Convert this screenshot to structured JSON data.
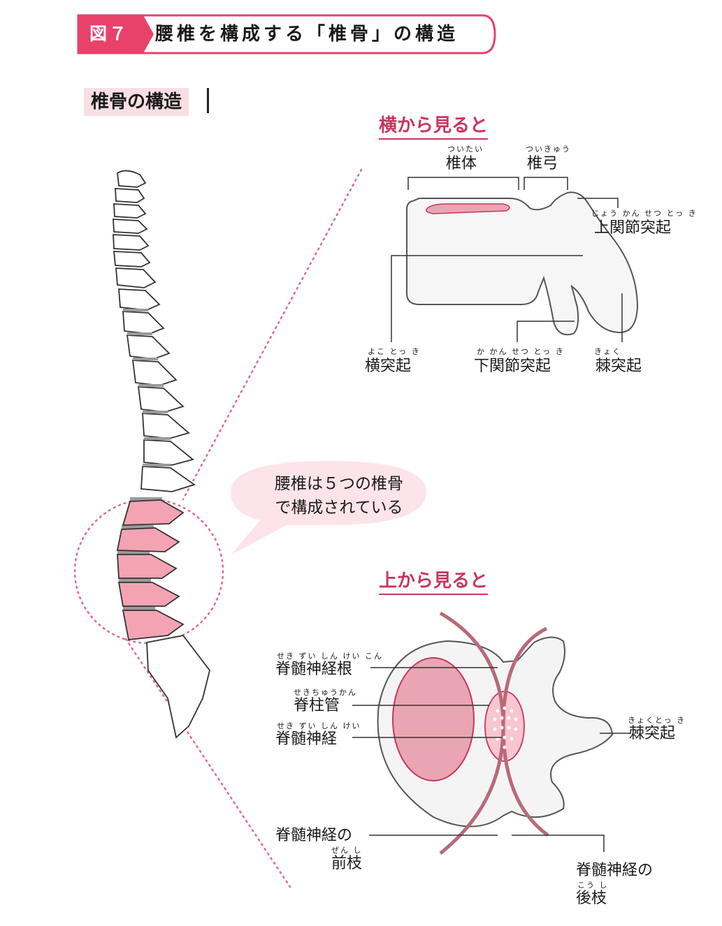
{
  "header": {
    "figure_label": "図７",
    "title": "腰椎を構成する「椎骨」の構造"
  },
  "section_heading": "椎骨の構造",
  "callout": {
    "line1": "腰椎は５つの椎骨",
    "line2": "で構成されている"
  },
  "side_view": {
    "title": "横から見ると",
    "labels": {
      "vertebral_body": {
        "text": "椎体",
        "ruby": "ついたい"
      },
      "vertebral_arch": {
        "text": "椎弓",
        "ruby": "ついきゅう"
      },
      "superior_articular": {
        "text": "上関節突起",
        "ruby": "じょう かん せつ とっ き"
      },
      "transverse": {
        "text": "横突起",
        "ruby": "よこ とっ き"
      },
      "inferior_articular": {
        "text": "下関節突起",
        "ruby": "か かん せつ とっ き"
      },
      "spinous": {
        "text": "棘突起",
        "ruby": "きょく"
      }
    }
  },
  "top_view": {
    "title": "上から見ると",
    "labels": {
      "nerve_root": {
        "text": "脊髄神経根",
        "ruby": "せき ずい しん けい こん"
      },
      "spinal_canal": {
        "text": "脊柱管",
        "ruby": "せきちゅうかん"
      },
      "spinal_nerve": {
        "text": "脊髄神経",
        "ruby": "せき ずい しん けい"
      },
      "spinous": {
        "text": "棘突起",
        "ruby": "きょくとっ き"
      },
      "anterior_branch_1": "脊髄神経の",
      "anterior_branch_2": {
        "text": "前枝",
        "ruby": "ぜん し"
      },
      "posterior_branch_1": "脊髄神経の",
      "posterior_branch_2": {
        "text": "後枝",
        "ruby": "こう し"
      }
    }
  },
  "colors": {
    "accent": "#e8416a",
    "heading": "#c8365e",
    "lumbar_pink": "#f4a3b3",
    "body_pink": "#e9a6b2"
  }
}
